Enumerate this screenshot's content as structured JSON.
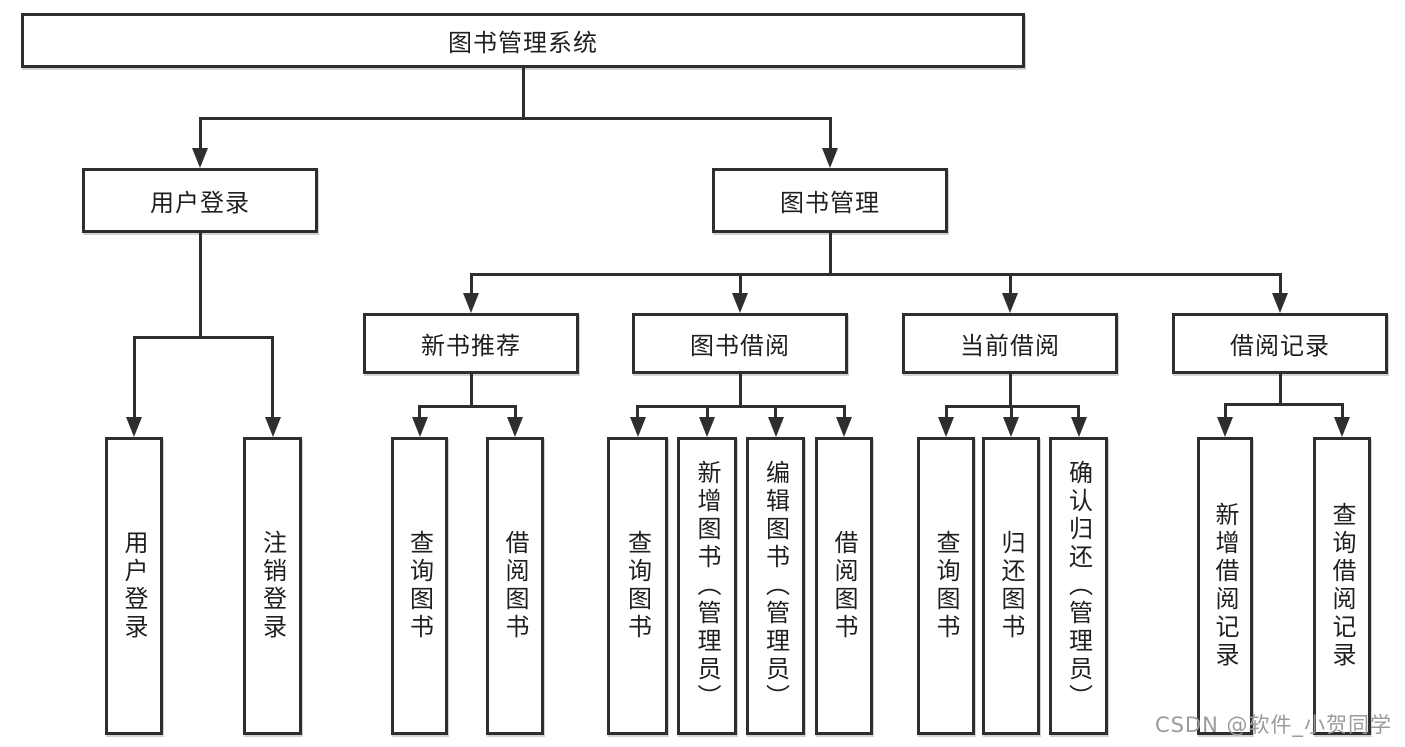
{
  "diagram": {
    "type": "tree",
    "title": "图书管理系统",
    "nodes": [
      {
        "id": "root",
        "label": "图书管理系统",
        "shape": "horizontal"
      },
      {
        "id": "user-login",
        "label": "用户登录",
        "shape": "horizontal"
      },
      {
        "id": "book-mgmt",
        "label": "图书管理",
        "shape": "horizontal"
      },
      {
        "id": "new-book-rec",
        "label": "新书推荐",
        "shape": "horizontal"
      },
      {
        "id": "book-borrow",
        "label": "图书借阅",
        "shape": "horizontal"
      },
      {
        "id": "current-borrow",
        "label": "当前借阅",
        "shape": "horizontal"
      },
      {
        "id": "borrow-record",
        "label": "借阅记录",
        "shape": "horizontal"
      },
      {
        "id": "ul-login",
        "label": "用户登录",
        "shape": "vertical"
      },
      {
        "id": "ul-logout",
        "label": "注销登录",
        "shape": "vertical"
      },
      {
        "id": "nbr-query",
        "label": "查询图书",
        "shape": "vertical"
      },
      {
        "id": "nbr-borrow",
        "label": "借阅图书",
        "shape": "vertical"
      },
      {
        "id": "bb-query",
        "label": "查询图书",
        "shape": "vertical"
      },
      {
        "id": "bb-add",
        "label": "新增图书（管理员）",
        "shape": "vertical"
      },
      {
        "id": "bb-edit",
        "label": "编辑图书（管理员）",
        "shape": "vertical"
      },
      {
        "id": "bb-borrow",
        "label": "借阅图书",
        "shape": "vertical"
      },
      {
        "id": "cb-query",
        "label": "查询图书",
        "shape": "vertical"
      },
      {
        "id": "cb-return",
        "label": "归还图书",
        "shape": "vertical"
      },
      {
        "id": "cb-confirm",
        "label": "确认归还（管理员）",
        "shape": "vertical"
      },
      {
        "id": "br-add",
        "label": "新增借阅记录",
        "shape": "vertical"
      },
      {
        "id": "br-query",
        "label": "查询借阅记录",
        "shape": "vertical"
      }
    ],
    "edges": [
      {
        "from": "root",
        "to": [
          "user-login",
          "book-mgmt"
        ]
      },
      {
        "from": "user-login",
        "to": [
          "ul-login",
          "ul-logout"
        ]
      },
      {
        "from": "book-mgmt",
        "to": [
          "new-book-rec",
          "book-borrow",
          "current-borrow",
          "borrow-record"
        ]
      },
      {
        "from": "new-book-rec",
        "to": [
          "nbr-query",
          "nbr-borrow"
        ]
      },
      {
        "from": "book-borrow",
        "to": [
          "bb-query",
          "bb-add",
          "bb-edit",
          "bb-borrow"
        ]
      },
      {
        "from": "current-borrow",
        "to": [
          "cb-query",
          "cb-return",
          "cb-confirm"
        ]
      },
      {
        "from": "borrow-record",
        "to": [
          "br-add",
          "br-query"
        ]
      }
    ]
  },
  "colors": {
    "line": "#2e2e2e",
    "text": "#1f1f1f",
    "background": "#ffffff",
    "watermark_color": "#9b9b9b"
  },
  "watermark": {
    "text": "CSDN @软件_小贺同学"
  }
}
